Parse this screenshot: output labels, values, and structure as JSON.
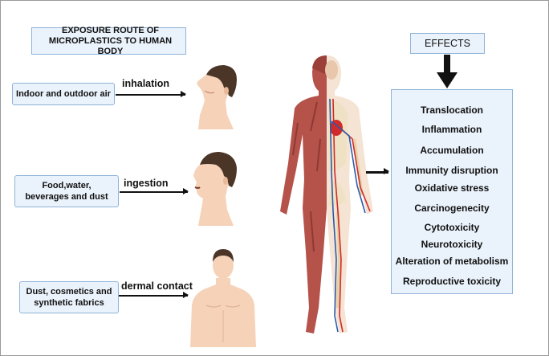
{
  "title": "EXPOSURE ROUTE OF MICROPLASTICS TO HUMAN BODY",
  "sources": [
    {
      "label": "Indoor and outdoor air",
      "route": "inhalation"
    },
    {
      "label": "Food,water, beverages and dust",
      "route": "ingestion"
    },
    {
      "label": "Dust, cosmetics and synthetic fabrics",
      "route": "dermal contact"
    }
  ],
  "effects_title": "EFFECTS",
  "effects": [
    "Translocation",
    "Inflammation",
    "Accumulation",
    "Immunity disruption",
    "Oxidative stress",
    "Carcinogenecity",
    "Cytotoxicity",
    "Neurotoxicity",
    "Alteration of metabolism",
    "Reproductive toxicity"
  ],
  "colors": {
    "box_fill": "#eaf2fb",
    "box_border": "#8fb3d9",
    "skin": "#f6d2b8",
    "hair": "#4a3526",
    "muscle": "#b5524a",
    "arteries": "#d12b2b",
    "veins": "#2c5aa8",
    "bone": "#efe2c4"
  }
}
